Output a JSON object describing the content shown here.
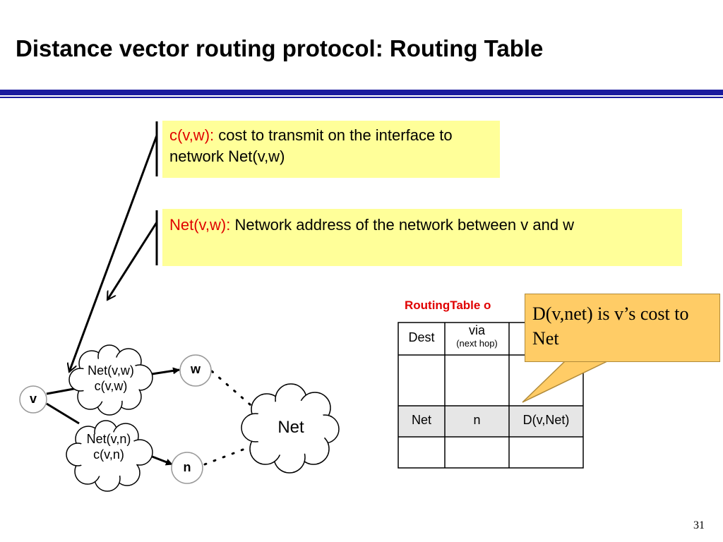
{
  "slide": {
    "title": "Distance vector routing protocol: Routing Table",
    "page_number": "31"
  },
  "callouts": [
    {
      "term": "c(v,w):",
      "text": " cost to transmit on the interface to network Net(v,w)"
    },
    {
      "term": "Net(v,w):",
      "text": " Network address of the network  between v and w"
    }
  ],
  "diagram": {
    "nodes": {
      "v": "v",
      "w": "w",
      "n": "n"
    },
    "clouds": {
      "net_vw": {
        "line1": "Net(v,w)",
        "line2": "c(v,w)"
      },
      "net_vn": {
        "line1": "Net(v,n)",
        "line2": "c(v,n)"
      },
      "net": "Net"
    }
  },
  "routing_table": {
    "title": "RoutingTable o",
    "headers": {
      "dest": "Dest",
      "via": "via",
      "via_sub": "(next hop)"
    },
    "row": {
      "dest": "Net",
      "via": "n",
      "cost": "D(v,Net)"
    }
  },
  "note": "D(v,net) is v’s cost to Net",
  "colors": {
    "accent_rule": "#1a1a9e",
    "term": "#e00000",
    "callout_bg": "#ffff99",
    "note_bg": "#ffcc66",
    "row_highlight": "#e6e6e6"
  }
}
